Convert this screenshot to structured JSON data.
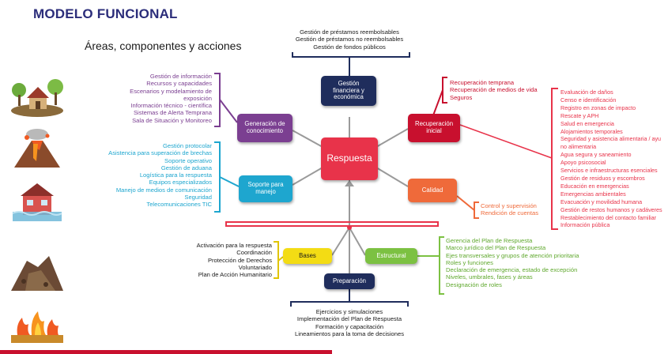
{
  "header": {
    "title": "MODELO FUNCIONAL",
    "subtitle": "Áreas, componentes y acciones"
  },
  "diagram": {
    "center": "Respuesta",
    "nodes": {
      "financiera": "Gestión financiera y económica",
      "conocimiento": "Generación de conocimiento",
      "soporte": "Soporte para manejo",
      "recuperacion": "Recuperación inicial",
      "calidad": "Calidad",
      "bases": "Bases",
      "estructural": "Estructural",
      "preparacion": "Preparación"
    },
    "lists": {
      "financiera": [
        "Gestión de préstamos reembolsables",
        "Gestión de préstamos no reembolsables",
        "Gestión de fondos públicos"
      ],
      "conocimiento": [
        "Gestión de información",
        "Recursos y capacidades",
        "Escenarios y modelamiento de",
        "exposición",
        "Información técnico - científica",
        "Sistemas de Alerta Temprana",
        "Sala de Situación y Monitoreo"
      ],
      "soporte": [
        "Gestión protocolar",
        "Asistencia para superación de brechas",
        "Soporte operativo",
        "Gestión de aduana",
        "Logística para la respuesta",
        "Equipos especializados",
        "Manejo de medios de comunicación",
        "Seguridad",
        "Telecomunicaciones TIC"
      ],
      "recuperacion": [
        "Recuperación temprana",
        "Recuperación de medios de vida",
        "Seguros"
      ],
      "respuesta_acciones": [
        "Evaluación de daños",
        "Censo e identificación",
        "Registro en zonas de impacto",
        "Rescate y APH",
        "Salud en emergencia",
        "Alojamientos temporales",
        "Seguridad y asistencia alimentaria / ayu",
        "no alimentaria",
        "Agua segura y saneamiento",
        "Apoyo psicosocial",
        "Servicios e infraestructuras esenciales",
        "Gestión de residuos y escombros",
        "Educación en emergencias",
        "Emergencias ambientales",
        "Evacuación y movilidad humana",
        "Gestión de restos humanos y cadáveres",
        "Restablecimiento del contacto familiar",
        "Información pública"
      ],
      "calidad": [
        "Control y supervisión",
        "Rendición de cuentas"
      ],
      "bases": [
        "Activación para la respuesta",
        "Coordinación",
        "Protección de Derechos",
        "Voluntariado",
        "Plan de Acción Humanitario"
      ],
      "estructural": [
        "Gerencia del Plan de Respuesta",
        "Marco jurídico del Plan de Respuesta",
        "Ejes transversales y grupos de atención prioritaria",
        "Roles y funciones",
        "Declaración de emergencia, estado de excepción",
        "Niveles, umbrales, fases y áreas",
        "Designación de roles"
      ],
      "preparacion": [
        "Ejercicios y simulaciones",
        "Implementación del Plan de Respuesta",
        "Formación y capacitación",
        "Lineamientos para la toma de decisiones"
      ]
    },
    "colors": {
      "respuesta": "#e8334a",
      "financiera": "#1f2d5c",
      "conocimiento": "#7b3f91",
      "soporte": "#1ea6cf",
      "recuperacion": "#c8102e",
      "calidad": "#ef6a3a",
      "bases": "#f3dc14",
      "estructural": "#7cc142",
      "preparacion": "#1f2d5c"
    },
    "illustrations": [
      "landslide-house-icon",
      "volcano-icon",
      "flooded-house-icon",
      "mudslide-icon",
      "wildfire-icon"
    ]
  }
}
